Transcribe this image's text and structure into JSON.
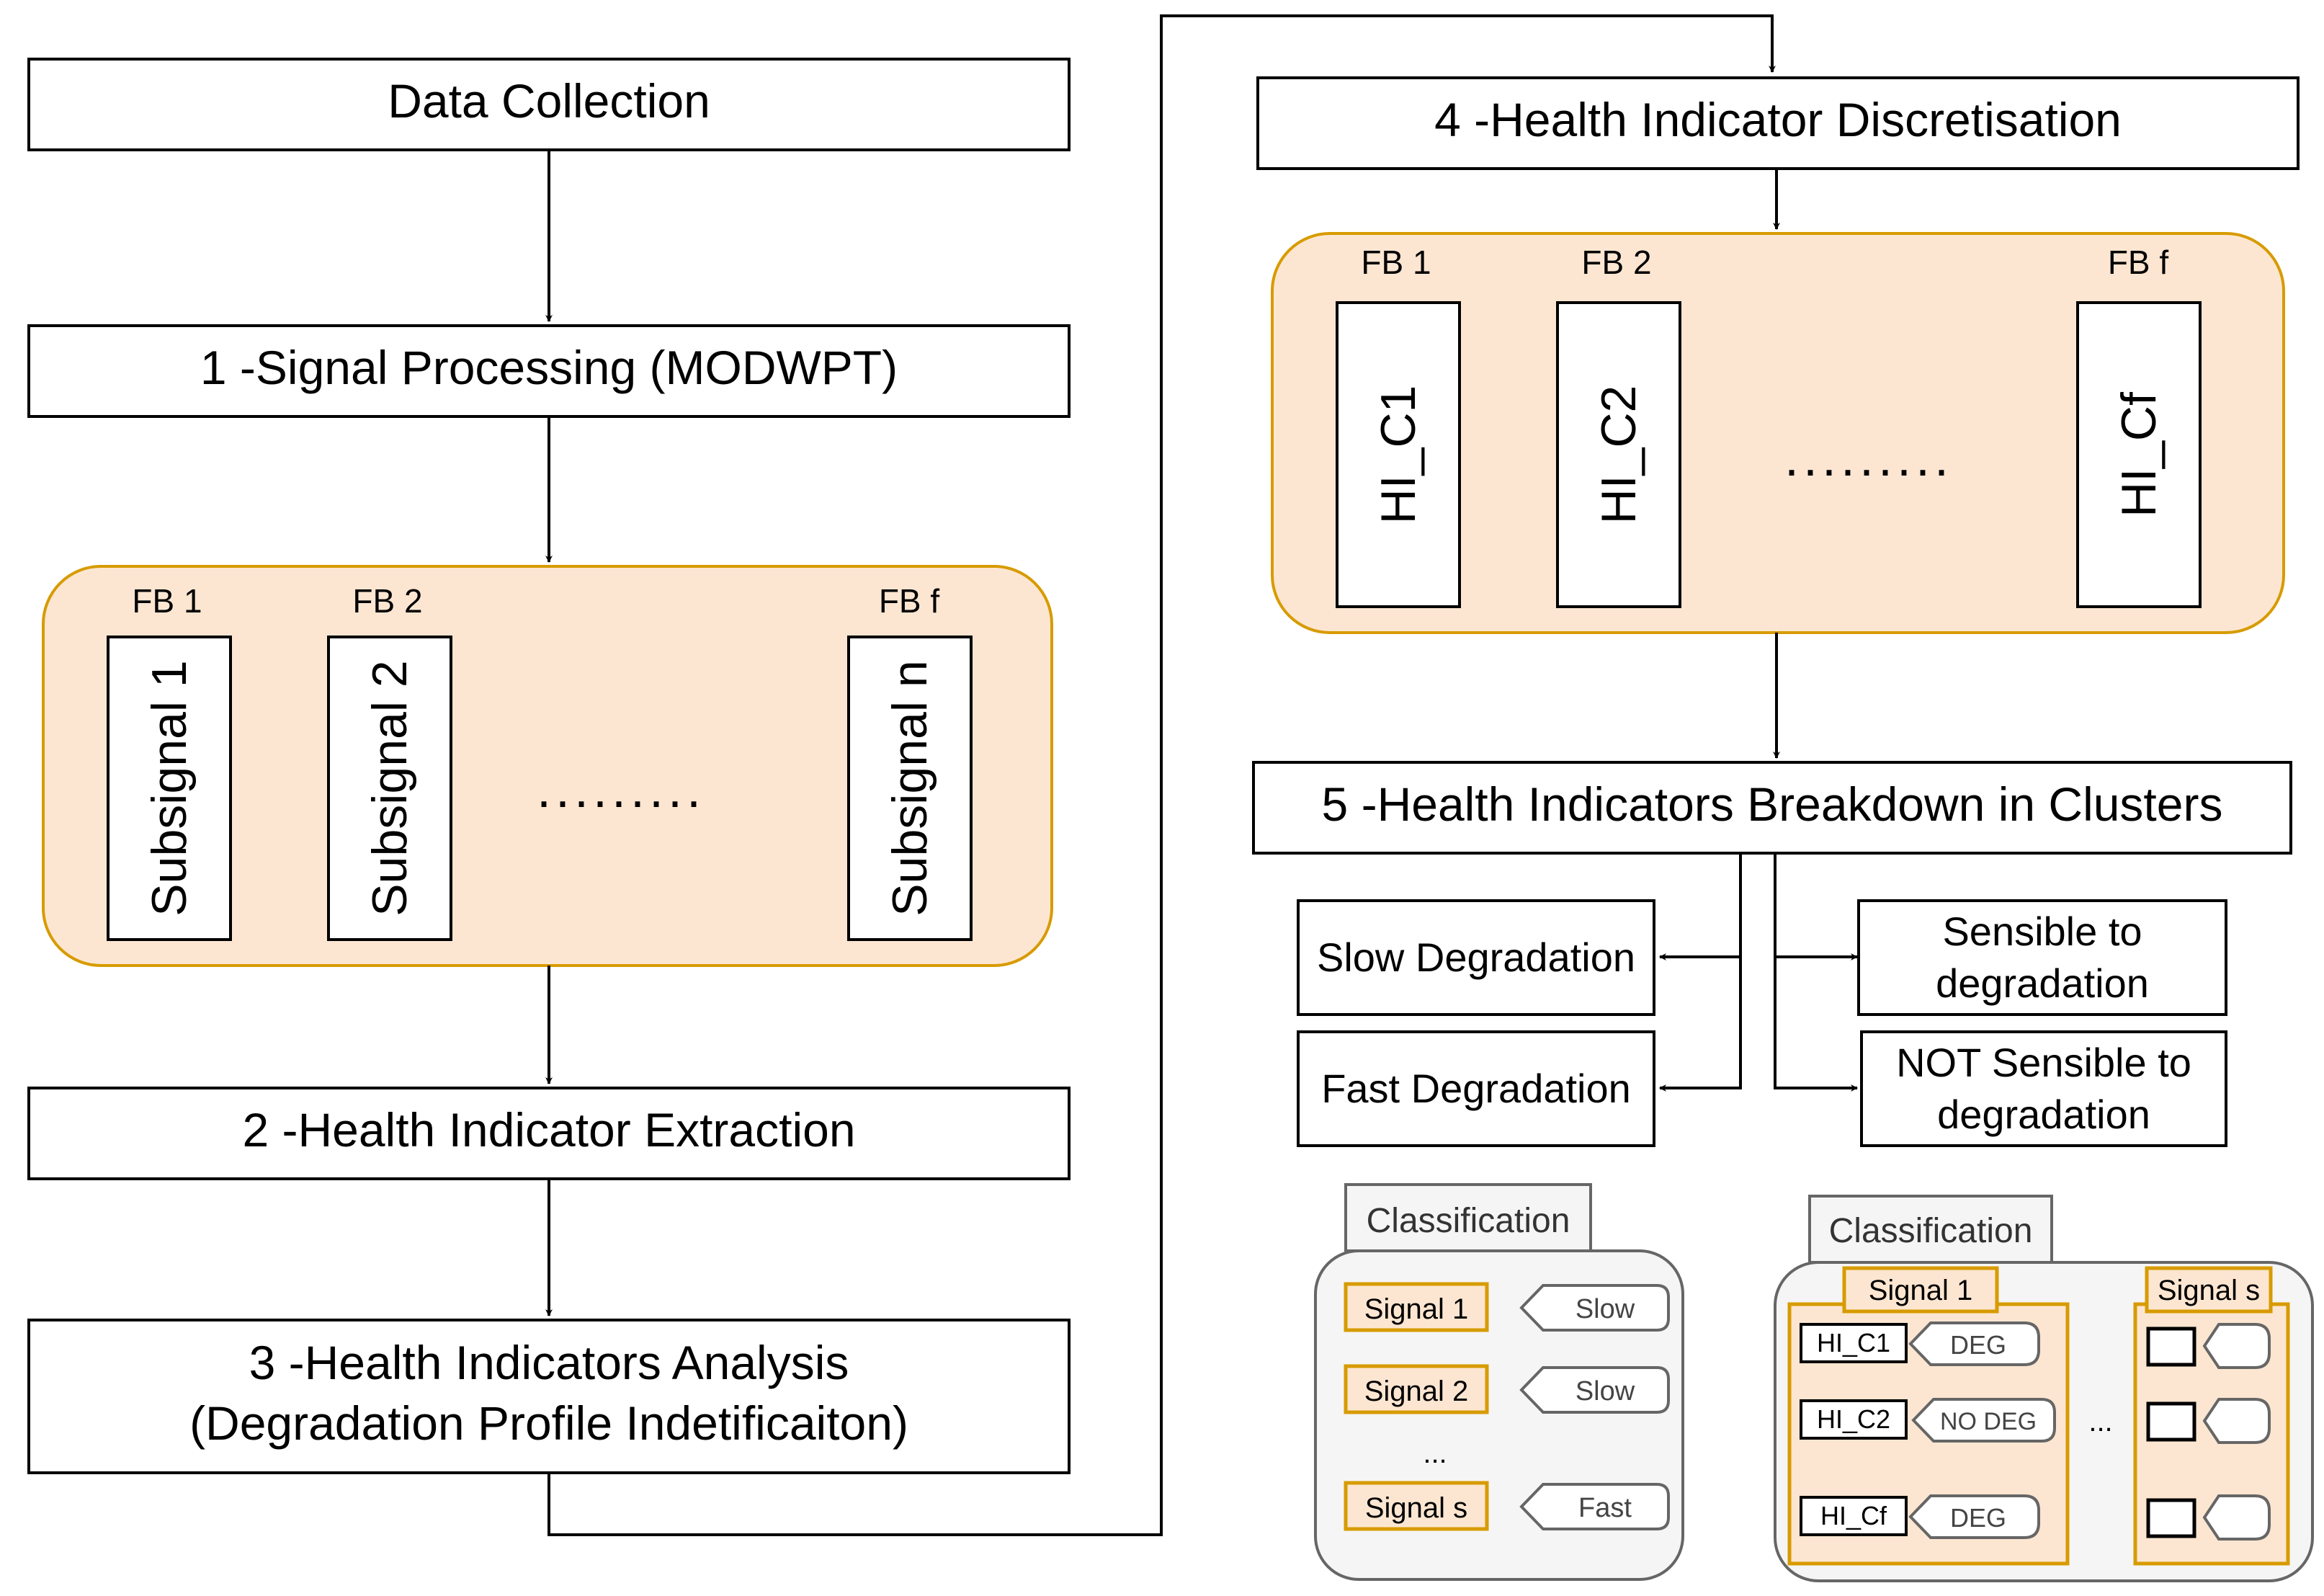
{
  "steps": {
    "data_collection": "Data Collection",
    "signal_processing": "1 -Signal Processing (MODWPT)",
    "hi_extraction": "2 -Health Indicator Extraction",
    "hi_analysis_line1": "3 -Health Indicators Analysis",
    "hi_analysis_line2": "(Degradation Profile Indetificaiton)",
    "hi_discretisation": "4 -Health Indicator Discretisation",
    "hi_breakdown": "5 -Health Indicators Breakdown in Clusters"
  },
  "subsignals_group": {
    "fb_labels": [
      "FB 1",
      "FB 2",
      "FB f"
    ],
    "items": [
      "Subsignal 1",
      "Subsignal 2",
      "Subsignal n"
    ],
    "ellipsis": "........."
  },
  "hi_group": {
    "fb_labels": [
      "FB 1",
      "FB 2",
      "FB f"
    ],
    "items": [
      "HI_C1",
      "HI_C2",
      "HI_Cf"
    ],
    "ellipsis": "........."
  },
  "clusters": {
    "slow": "Slow Degradation",
    "fast": "Fast Degradation",
    "sensible_line1": "Sensible to",
    "sensible_line2": "degradation",
    "not_sensible_line1": "NOT Sensible to",
    "not_sensible_line2": "degradation"
  },
  "classification_signals": {
    "tab_label": "Classification",
    "rows": [
      {
        "signal": "Signal 1",
        "tag": "Slow"
      },
      {
        "signal": "Signal 2",
        "tag": "Slow"
      },
      {
        "signal": "Signal s",
        "tag": "Fast"
      }
    ],
    "ellipsis": "..."
  },
  "classification_hi": {
    "tab_label": "Classification",
    "group1_title": "Signal 1",
    "group2_title": "Signal s",
    "rows": [
      {
        "hi": "HI_C1",
        "tag": "DEG"
      },
      {
        "hi": "HI_C2",
        "tag": "NO DEG"
      },
      {
        "hi": "HI_Cf",
        "tag": "DEG"
      }
    ],
    "ellipsis": "..."
  },
  "colors": {
    "group_fill": "#fde6d1",
    "group_stroke": "#d79b00",
    "container_fill": "#f5f5f5",
    "container_stroke": "#666666"
  }
}
